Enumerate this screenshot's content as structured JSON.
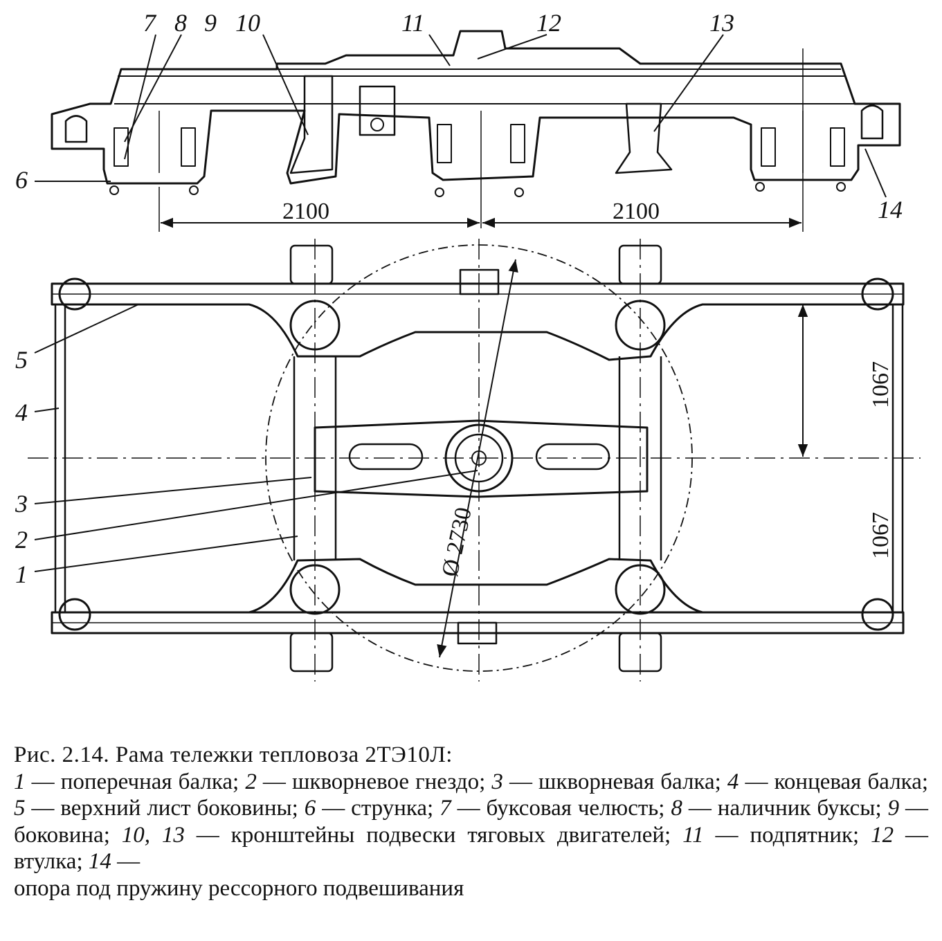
{
  "labels": {
    "l1": "1",
    "l2": "2",
    "l3": "3",
    "l4": "4",
    "l5": "5",
    "l6": "6",
    "l7": "7",
    "l8": "8",
    "l9": "9",
    "l10": "10",
    "l11": "11",
    "l12": "12",
    "l13": "13",
    "l14": "14"
  },
  "dimensions": {
    "left_span": "2100",
    "right_span": "2100",
    "upper_half": "1067",
    "lower_half": "1067",
    "circle_diameter": "Ø 2730"
  },
  "caption": {
    "title": "Рис. 2.14. Рама тележки тепловоза 2ТЭ10Л:",
    "items": [
      {
        "num": "1",
        "text": " — поперечная балка; "
      },
      {
        "num": "2",
        "text": " — шкворневое гнездо; "
      },
      {
        "num": "3",
        "text": " — шкворневая балка; "
      },
      {
        "num": "4",
        "text": " — концевая балка; "
      },
      {
        "num": "5",
        "text": " — верхний лист боковины; "
      },
      {
        "num": "6",
        "text": " — струнка; "
      },
      {
        "num": "7",
        "text": " — бук­совая челюсть; "
      },
      {
        "num": "8",
        "text": " — наличник буксы; "
      },
      {
        "num": "9",
        "text": " — боковина; "
      },
      {
        "num": "10, 13",
        "text": " — кронштей­ны подвески тяговых двигателей; "
      },
      {
        "num": "11",
        "text": " — подпятник; "
      },
      {
        "num": "12",
        "text": " — втулка; "
      },
      {
        "num": "14",
        "text": " — "
      }
    ],
    "last_line": "опора под пружину рессорного подвешивания"
  }
}
